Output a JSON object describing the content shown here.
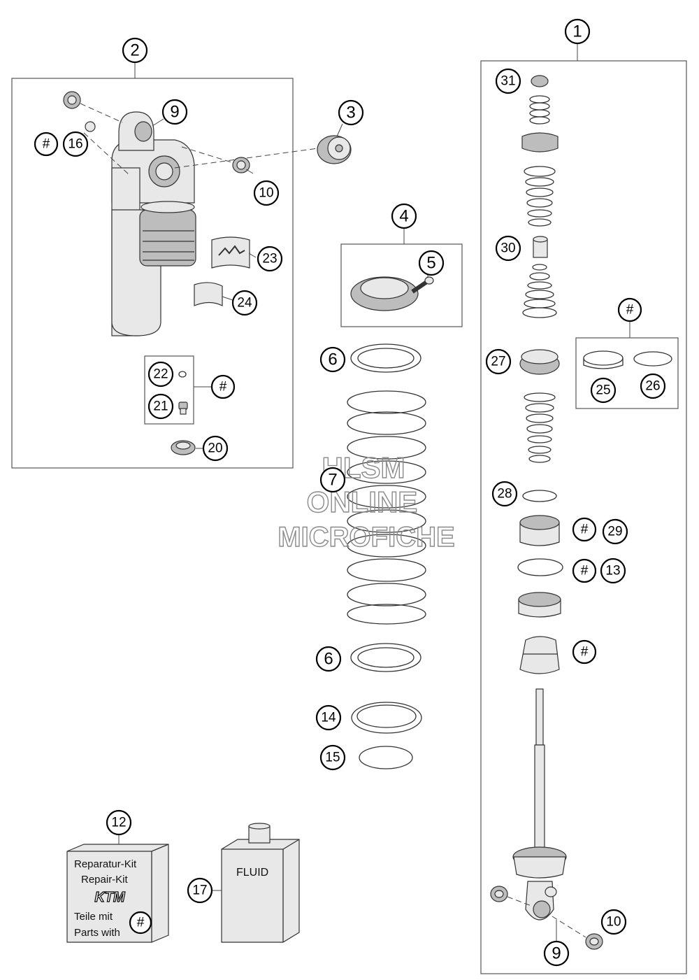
{
  "watermark": {
    "line1": "HLSM",
    "line2": "ONLINE",
    "line3": "MICROFICHE"
  },
  "kit": {
    "line1": "Reparatur-Kit",
    "line2": "Repair-Kit",
    "logo": "KTM",
    "line3": "Teile mit",
    "line4": "Parts with"
  },
  "fluid": {
    "label": "FLUID"
  },
  "callouts": {
    "c1": "1",
    "c2": "2",
    "c3": "3",
    "c4": "4",
    "c5": "5",
    "c6a": "6",
    "c6b": "6",
    "c7": "7",
    "c9a": "9",
    "c9b": "9",
    "c10a": "10",
    "c10b": "10",
    "c12": "12",
    "c13": "13",
    "c14": "14",
    "c15": "15",
    "c16": "16",
    "c17": "17",
    "c20": "20",
    "c21": "21",
    "c22": "22",
    "c23": "23",
    "c24": "24",
    "c25": "25",
    "c26": "26",
    "c27": "27",
    "c28": "28",
    "c29": "29",
    "c30": "30",
    "c31": "31",
    "h16": "#",
    "hKit": "#",
    "hRight": "#",
    "h29": "#",
    "h13": "#",
    "hSeal": "#",
    "hBox": "#"
  }
}
